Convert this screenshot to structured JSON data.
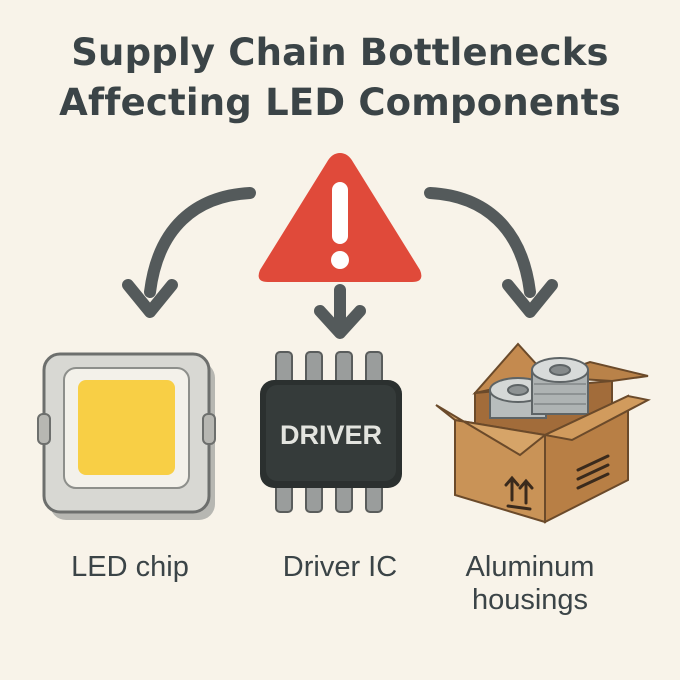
{
  "title": {
    "line1": "Supply Chain Bottlenecks",
    "line2": "Affecting LED Components"
  },
  "icons": {
    "warning": "warning-triangle-icon",
    "led": "led-chip-icon",
    "driver": "driver-ic-icon",
    "housing": "cardboard-box-icon"
  },
  "driver_chip_text": "DRIVER",
  "components": [
    {
      "label": "LED chip"
    },
    {
      "label": "Driver IC"
    },
    {
      "label": "Aluminum housings"
    }
  ],
  "colors": {
    "background": "#f8f3e9",
    "text": "#3b4447",
    "warning": "#e04a3a",
    "arrow": "#545a5b",
    "led_yellow": "#f8cf45",
    "chip": "#2b302f",
    "box": "#c48a4f"
  }
}
